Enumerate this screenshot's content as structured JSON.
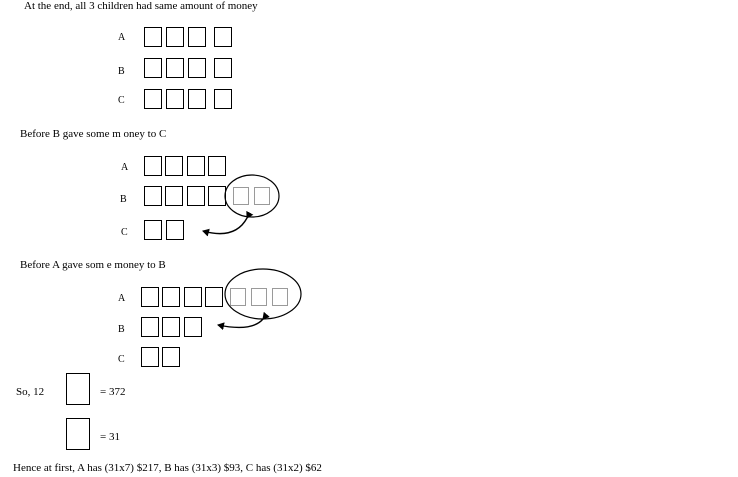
{
  "section_end": {
    "heading": "At the end, all 3 children had same amount of money",
    "rows": [
      {
        "label": "A",
        "units": 4
      },
      {
        "label": "B",
        "units": 4
      },
      {
        "label": "C",
        "units": 4
      }
    ]
  },
  "section_before_bc": {
    "heading": "Before B gave some m oney to C",
    "rows": [
      {
        "label": "A",
        "units": 4
      },
      {
        "label": "B",
        "units": 4,
        "transferred_units": 2
      },
      {
        "label": "C",
        "units": 2
      }
    ]
  },
  "section_before_ab": {
    "heading": "Before A gave som e money to B",
    "rows": [
      {
        "label": "A",
        "units": 4,
        "transferred_units": 3
      },
      {
        "label": "B",
        "units": 3
      },
      {
        "label": "C",
        "units": 2
      }
    ]
  },
  "calc": {
    "line1_prefix": "So, 12",
    "line1_value": "= 372",
    "line2_value": "= 31"
  },
  "conclusion": "Hence at first, A has (31x7) $217, B has (31x3) $93, C has (31x2) $62"
}
